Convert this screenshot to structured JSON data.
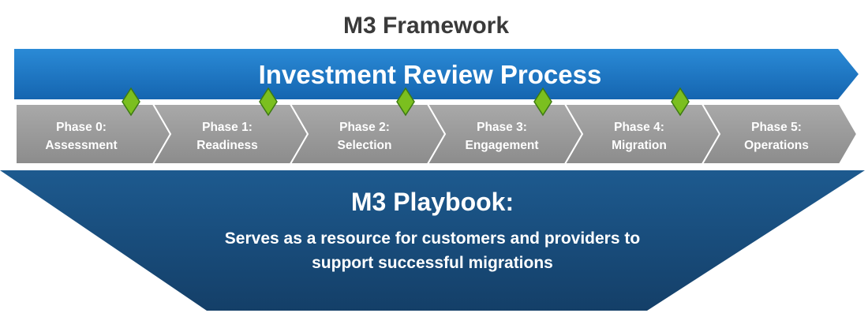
{
  "title": "M3 Framework",
  "banner": {
    "label": "Investment Review Process",
    "color": "#1a73be"
  },
  "phases": [
    {
      "line1": "Phase 0:",
      "line2": "Assessment"
    },
    {
      "line1": "Phase 1:",
      "line2": "Readiness"
    },
    {
      "line1": "Phase 2:",
      "line2": "Selection"
    },
    {
      "line1": "Phase 3:",
      "line2": "Engagement"
    },
    {
      "line1": "Phase 4:",
      "line2": "Migration"
    },
    {
      "line1": "Phase 5:",
      "line2": "Operations"
    }
  ],
  "milestone_count": 5,
  "playbook": {
    "title": "M3 Playbook:",
    "description_lines": [
      "Serves as a resource for customers and providers to",
      "support successful migrations"
    ],
    "color": "#174d7c"
  },
  "colors": {
    "phase_fill": "#9b9b9b",
    "milestone": "#7bbf1f",
    "milestone_edge": "#3d7a12"
  }
}
